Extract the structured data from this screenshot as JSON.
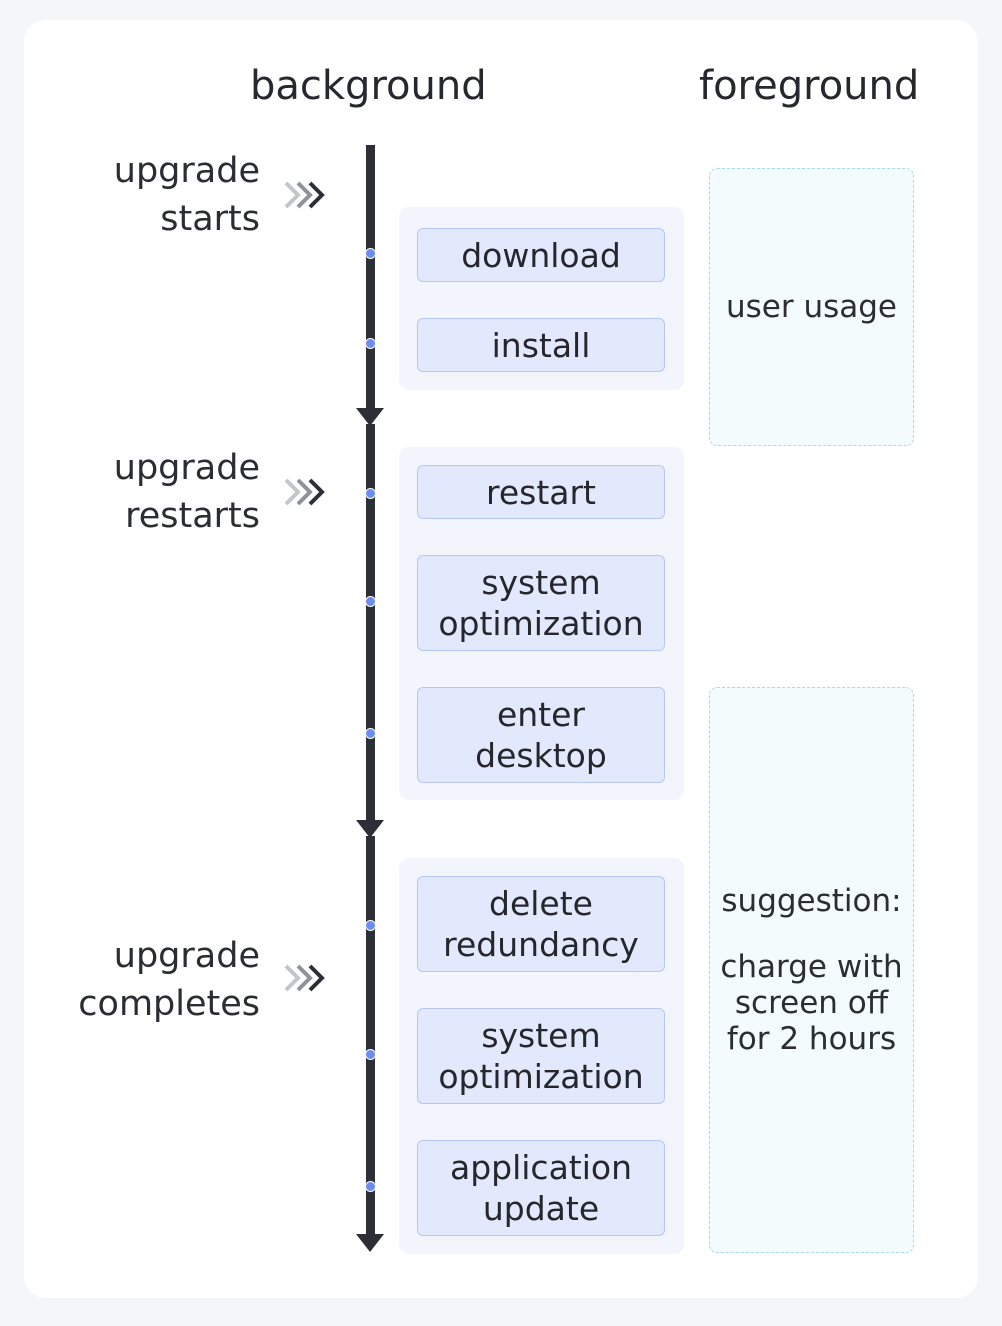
{
  "headers": {
    "background": "background",
    "foreground": "foreground"
  },
  "stages": [
    {
      "label": "upgrade\nstarts"
    },
    {
      "label": "upgrade\nrestarts"
    },
    {
      "label": "upgrade\ncompletes"
    }
  ],
  "steps": [
    {
      "label": "download"
    },
    {
      "label": "install"
    },
    {
      "label": "restart"
    },
    {
      "label": "system\noptimization"
    },
    {
      "label": "enter\ndesktop"
    },
    {
      "label": "delete\nredundancy"
    },
    {
      "label": "system\noptimization"
    },
    {
      "label": "application\nupdate"
    }
  ],
  "foreground": {
    "user_usage": "user usage",
    "suggestion_title": "suggestion:",
    "suggestion_lines": [
      "charge with",
      "screen off",
      "for 2 hours"
    ]
  },
  "colors": {
    "axis": "#2c2f36",
    "step_fill": "#e3e9fd",
    "step_border": "#b7c6f5",
    "group_fill": "#f3f5fd",
    "dot": "#6d8cf0",
    "fg_fill": "#f4fbfd",
    "fg_border": "#a8dae8",
    "chevron_light": "#b5b8be",
    "chevron_dark": "#2c2f36"
  }
}
